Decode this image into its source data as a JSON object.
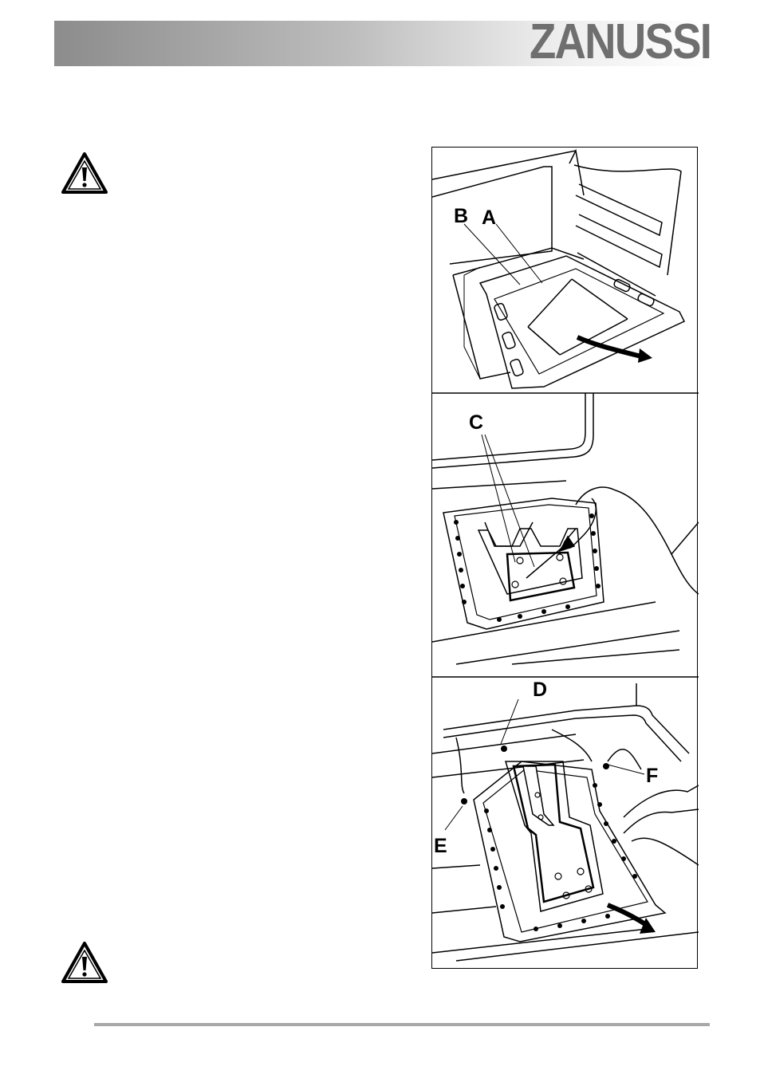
{
  "header": {
    "brand": "ZANUSSI"
  },
  "warnings": [
    {
      "icon": "warning-triangle-icon"
    },
    {
      "icon": "warning-triangle-icon"
    }
  ],
  "figure": {
    "panels": [
      {
        "labels": [
          "B",
          "A"
        ]
      },
      {
        "labels": [
          "C"
        ]
      },
      {
        "labels": [
          "D",
          "F",
          "E"
        ]
      }
    ]
  },
  "colors": {
    "header_dark": "#8c8c8c",
    "brand": "#6f6f6f",
    "footer_rule": "#a8a8a8"
  }
}
